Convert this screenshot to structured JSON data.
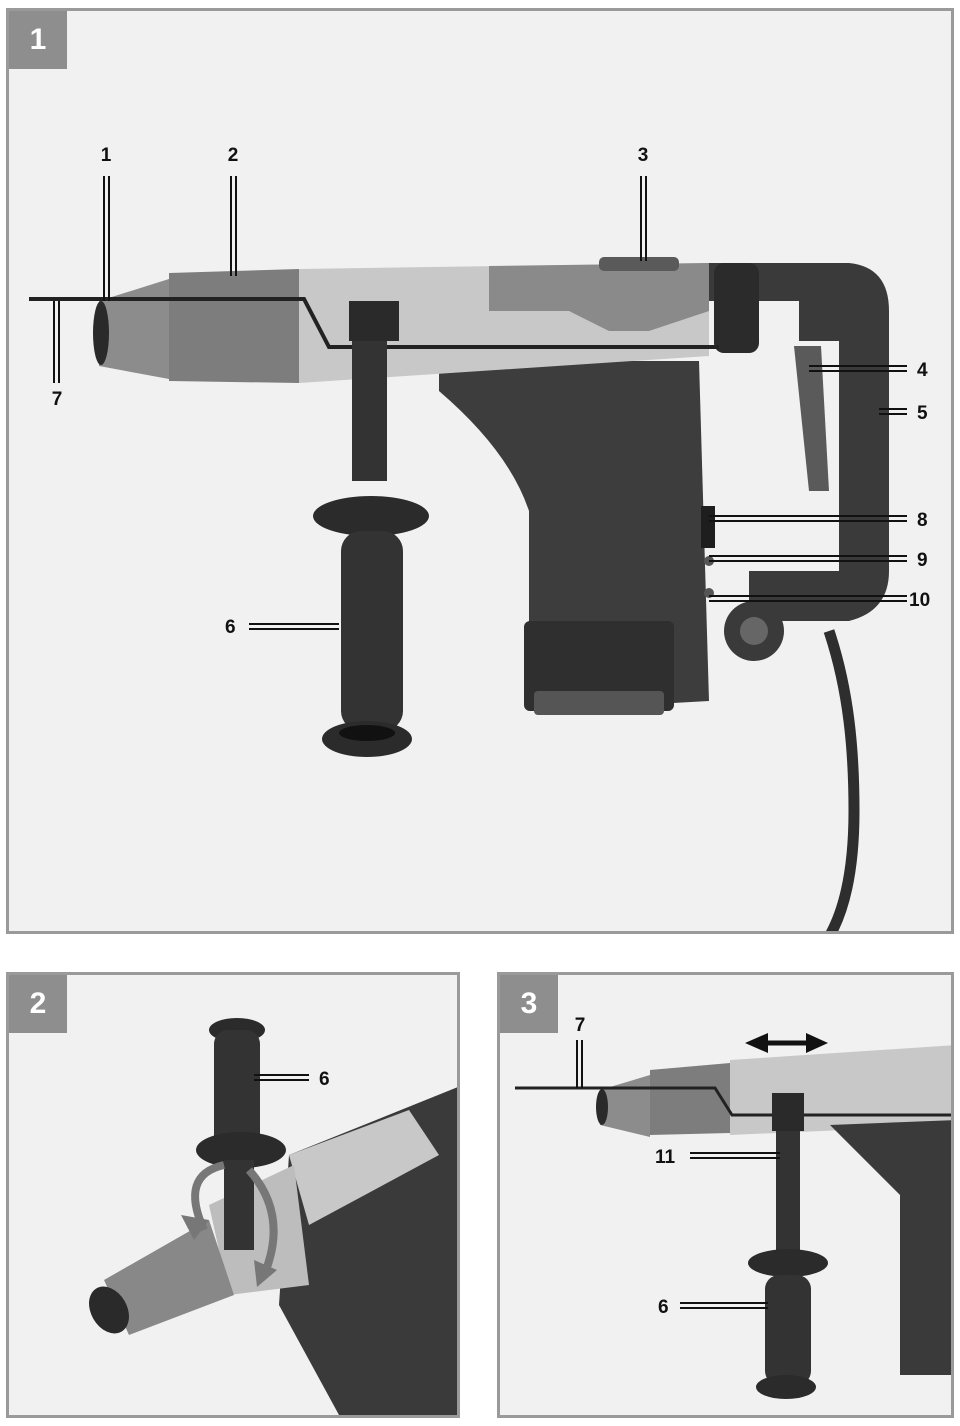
{
  "figures": [
    {
      "badge": "1",
      "callouts": [
        {
          "id": "c1",
          "text": "1"
        },
        {
          "id": "c2",
          "text": "2"
        },
        {
          "id": "c3",
          "text": "3"
        },
        {
          "id": "c4",
          "text": "4"
        },
        {
          "id": "c5",
          "text": "5"
        },
        {
          "id": "c6",
          "text": "6"
        },
        {
          "id": "c7",
          "text": "7"
        },
        {
          "id": "c8",
          "text": "8"
        },
        {
          "id": "c9",
          "text": "9"
        },
        {
          "id": "c10",
          "text": "10"
        }
      ]
    },
    {
      "badge": "2",
      "callouts": [
        {
          "id": "c6",
          "text": "6"
        }
      ]
    },
    {
      "badge": "3",
      "callouts": [
        {
          "id": "c7",
          "text": "7"
        },
        {
          "id": "c11",
          "text": "11"
        },
        {
          "id": "c6",
          "text": "6"
        }
      ]
    }
  ],
  "colors": {
    "panel_border": "#9a9a9a",
    "badge_bg": "#8e8e8e",
    "dark_body": "#3a3a3a",
    "mid_gray": "#7d7d7d",
    "light_gray": "#c8c8c8"
  }
}
